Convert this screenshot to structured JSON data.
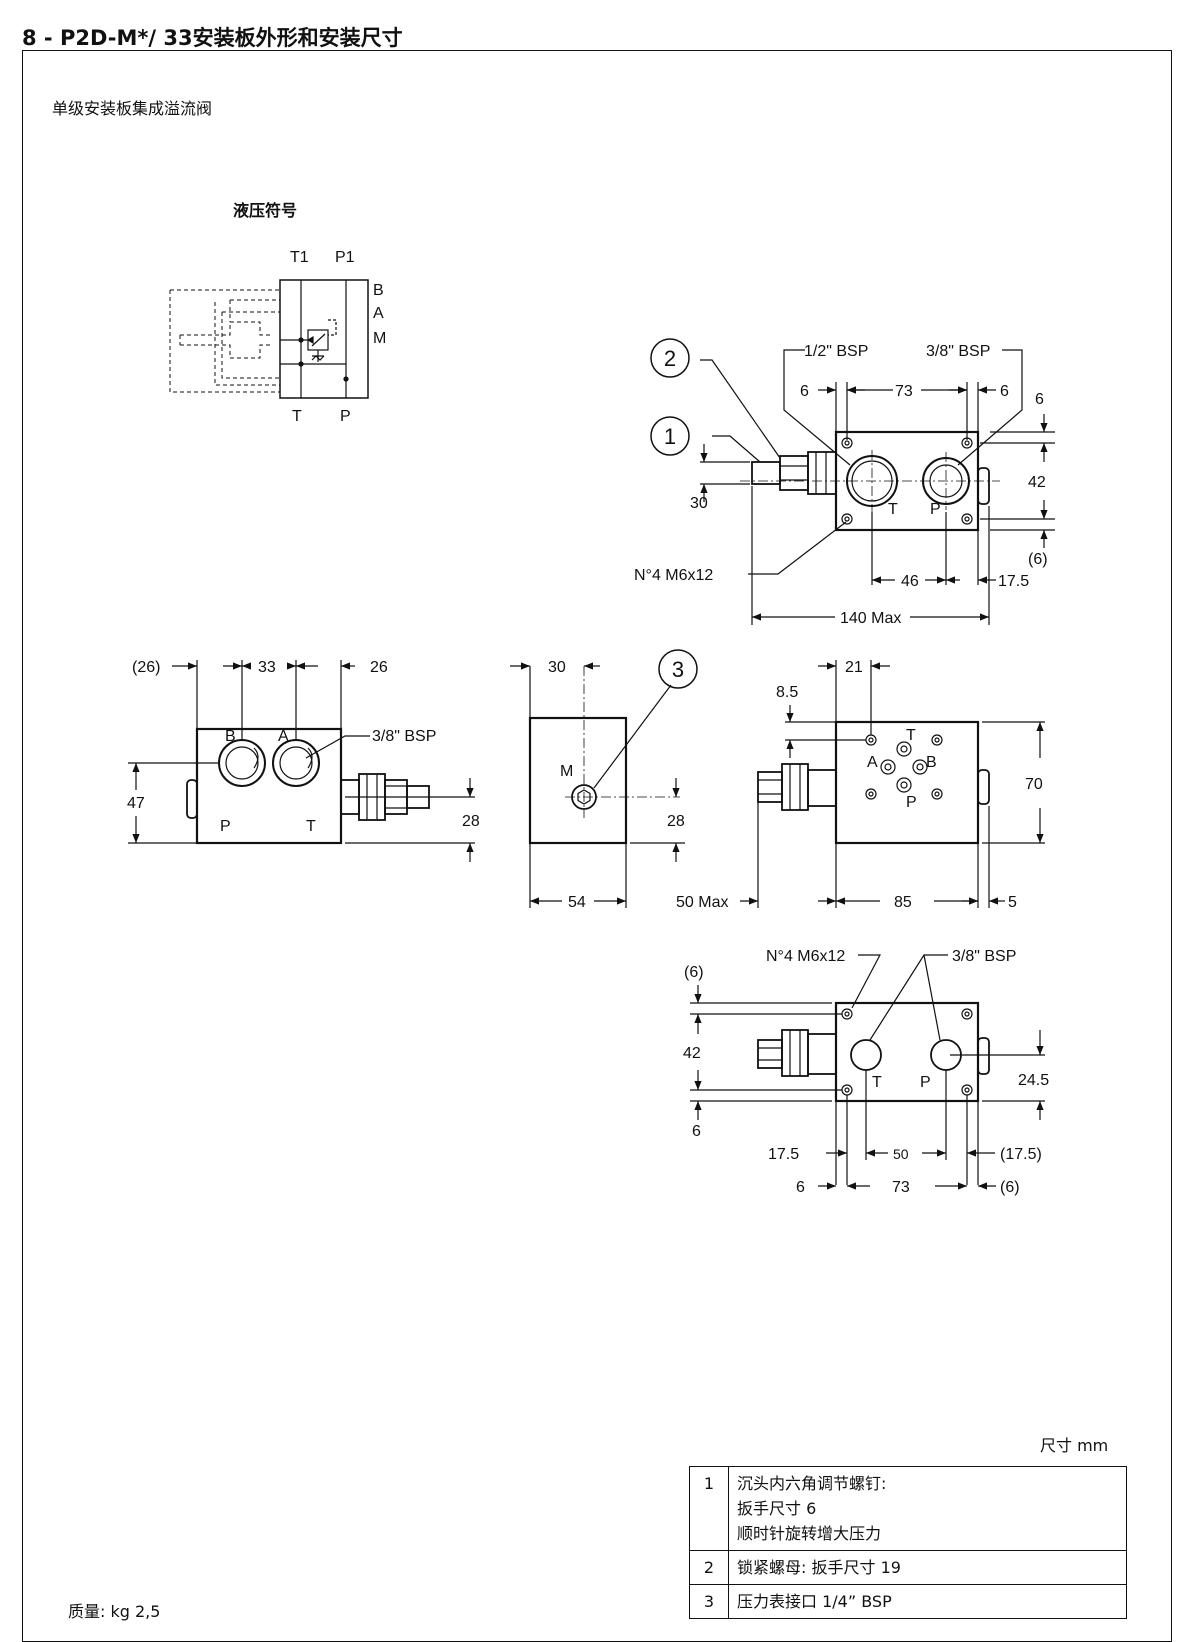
{
  "page": {
    "title": "8 - P2D-M*/ 33安装板外形和安装尺寸",
    "subtitle": "单级安装板集成溢流阀",
    "unit_note": "尺寸  mm",
    "mass": "质量:  kg 2,5"
  },
  "hydraulic_symbol": {
    "heading": "液压符号",
    "ports_top": [
      "T1",
      "P1"
    ],
    "ports_right": [
      "B",
      "A",
      "M"
    ],
    "ports_bottom": [
      "T",
      "P"
    ]
  },
  "callouts": [
    "1",
    "2",
    "3"
  ],
  "top_view": {
    "labels": {
      "bsp_half": "1/2\" BSP",
      "bsp_38": "3/8\" BSP",
      "screws": "N°4 M6x12",
      "port_t": "T",
      "port_p": "P"
    },
    "dims": {
      "d6_left": "6",
      "d73": "73",
      "d6_right": "6",
      "d6_top": "6",
      "d42": "42",
      "d30": "30",
      "d6_paren": "(6)",
      "d46": "46",
      "d17_5": "17.5",
      "d140": "140 Max"
    }
  },
  "left_view": {
    "labels": {
      "port_b": "B",
      "port_a": "A",
      "bsp_38": "3/8\" BSP",
      "port_p": "P",
      "port_t": "T"
    },
    "dims": {
      "d26_paren": "(26)",
      "d33": "33",
      "d26": "26",
      "d47": "47",
      "d28": "28"
    }
  },
  "end_view": {
    "labels": {
      "port_m": "M"
    },
    "dims": {
      "d30": "30",
      "d28": "28",
      "d54": "54"
    }
  },
  "right_view": {
    "labels": {
      "port_t": "T",
      "port_a": "A",
      "port_b": "B",
      "port_p": "P"
    },
    "dims": {
      "d21": "21",
      "d8_5": "8.5",
      "d70": "70",
      "d50max": "50 Max",
      "d85": "85",
      "d5": "5"
    }
  },
  "bottom_view": {
    "labels": {
      "screws": "N°4 M6x12",
      "bsp_38": "3/8\" BSP",
      "port_t": "T",
      "port_p": "P"
    },
    "dims": {
      "d6_paren": "(6)",
      "d42": "42",
      "d6": "6",
      "d24_5": "24.5",
      "d17_5": "17.5",
      "d50": "50",
      "d17_5_paren": "(17.5)",
      "d6_bot": "6",
      "d73": "73",
      "d6_bot_paren": "(6)"
    }
  },
  "notes": [
    {
      "num": "1",
      "lines": [
        "沉头内六角调节螺钉:",
        "扳手尺寸 6",
        "顺时针旋转增大压力"
      ]
    },
    {
      "num": "2",
      "lines": [
        "锁紧螺母:  扳手尺寸 19"
      ]
    },
    {
      "num": "3",
      "lines": [
        "压力表接口 1/4” BSP"
      ]
    }
  ]
}
